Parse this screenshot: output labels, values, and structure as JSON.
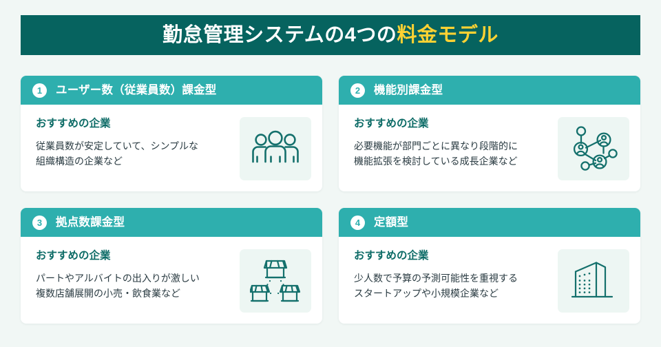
{
  "header": {
    "title_plain": "勤怠管理システムの4つの",
    "title_accent": "料金モデル",
    "banner_color": "#06635F",
    "accent_color": "#FFD233"
  },
  "theme": {
    "page_background": "#F1F7F5",
    "card_header_color": "#2EAFAE",
    "card_background": "#FFFFFF",
    "icon_box_background": "#EDF6F3",
    "icon_stroke_color": "#14706C",
    "label_color": "#0C6B66",
    "body_text_color": "#2A3B42"
  },
  "cards": [
    {
      "number": "1",
      "title": "ユーザー数（従業員数）課金型",
      "rec_label": "おすすめの企業",
      "rec_desc": "従業員数が安定していて、シンプルな\n組織構造の企業など",
      "icon": "three-people-icon"
    },
    {
      "number": "2",
      "title": "機能別課金型",
      "rec_label": "おすすめの企業",
      "rec_desc": "必要機能が部門ごとに異なり段階的に\n機能拡張を検討している成長企業など",
      "icon": "network-nodes-icon"
    },
    {
      "number": "3",
      "title": "拠点数課金型",
      "rec_label": "おすすめの企業",
      "rec_desc": "パートやアルバイトの出入りが激しい\n複数店舗展開の小売・飲食業など",
      "icon": "multiple-stores-icon"
    },
    {
      "number": "4",
      "title": "定額型",
      "rec_label": "おすすめの企業",
      "rec_desc": "少人数で予算の予測可能性を重視する\nスタートアップや小規模企業など",
      "icon": "office-building-icon"
    }
  ]
}
